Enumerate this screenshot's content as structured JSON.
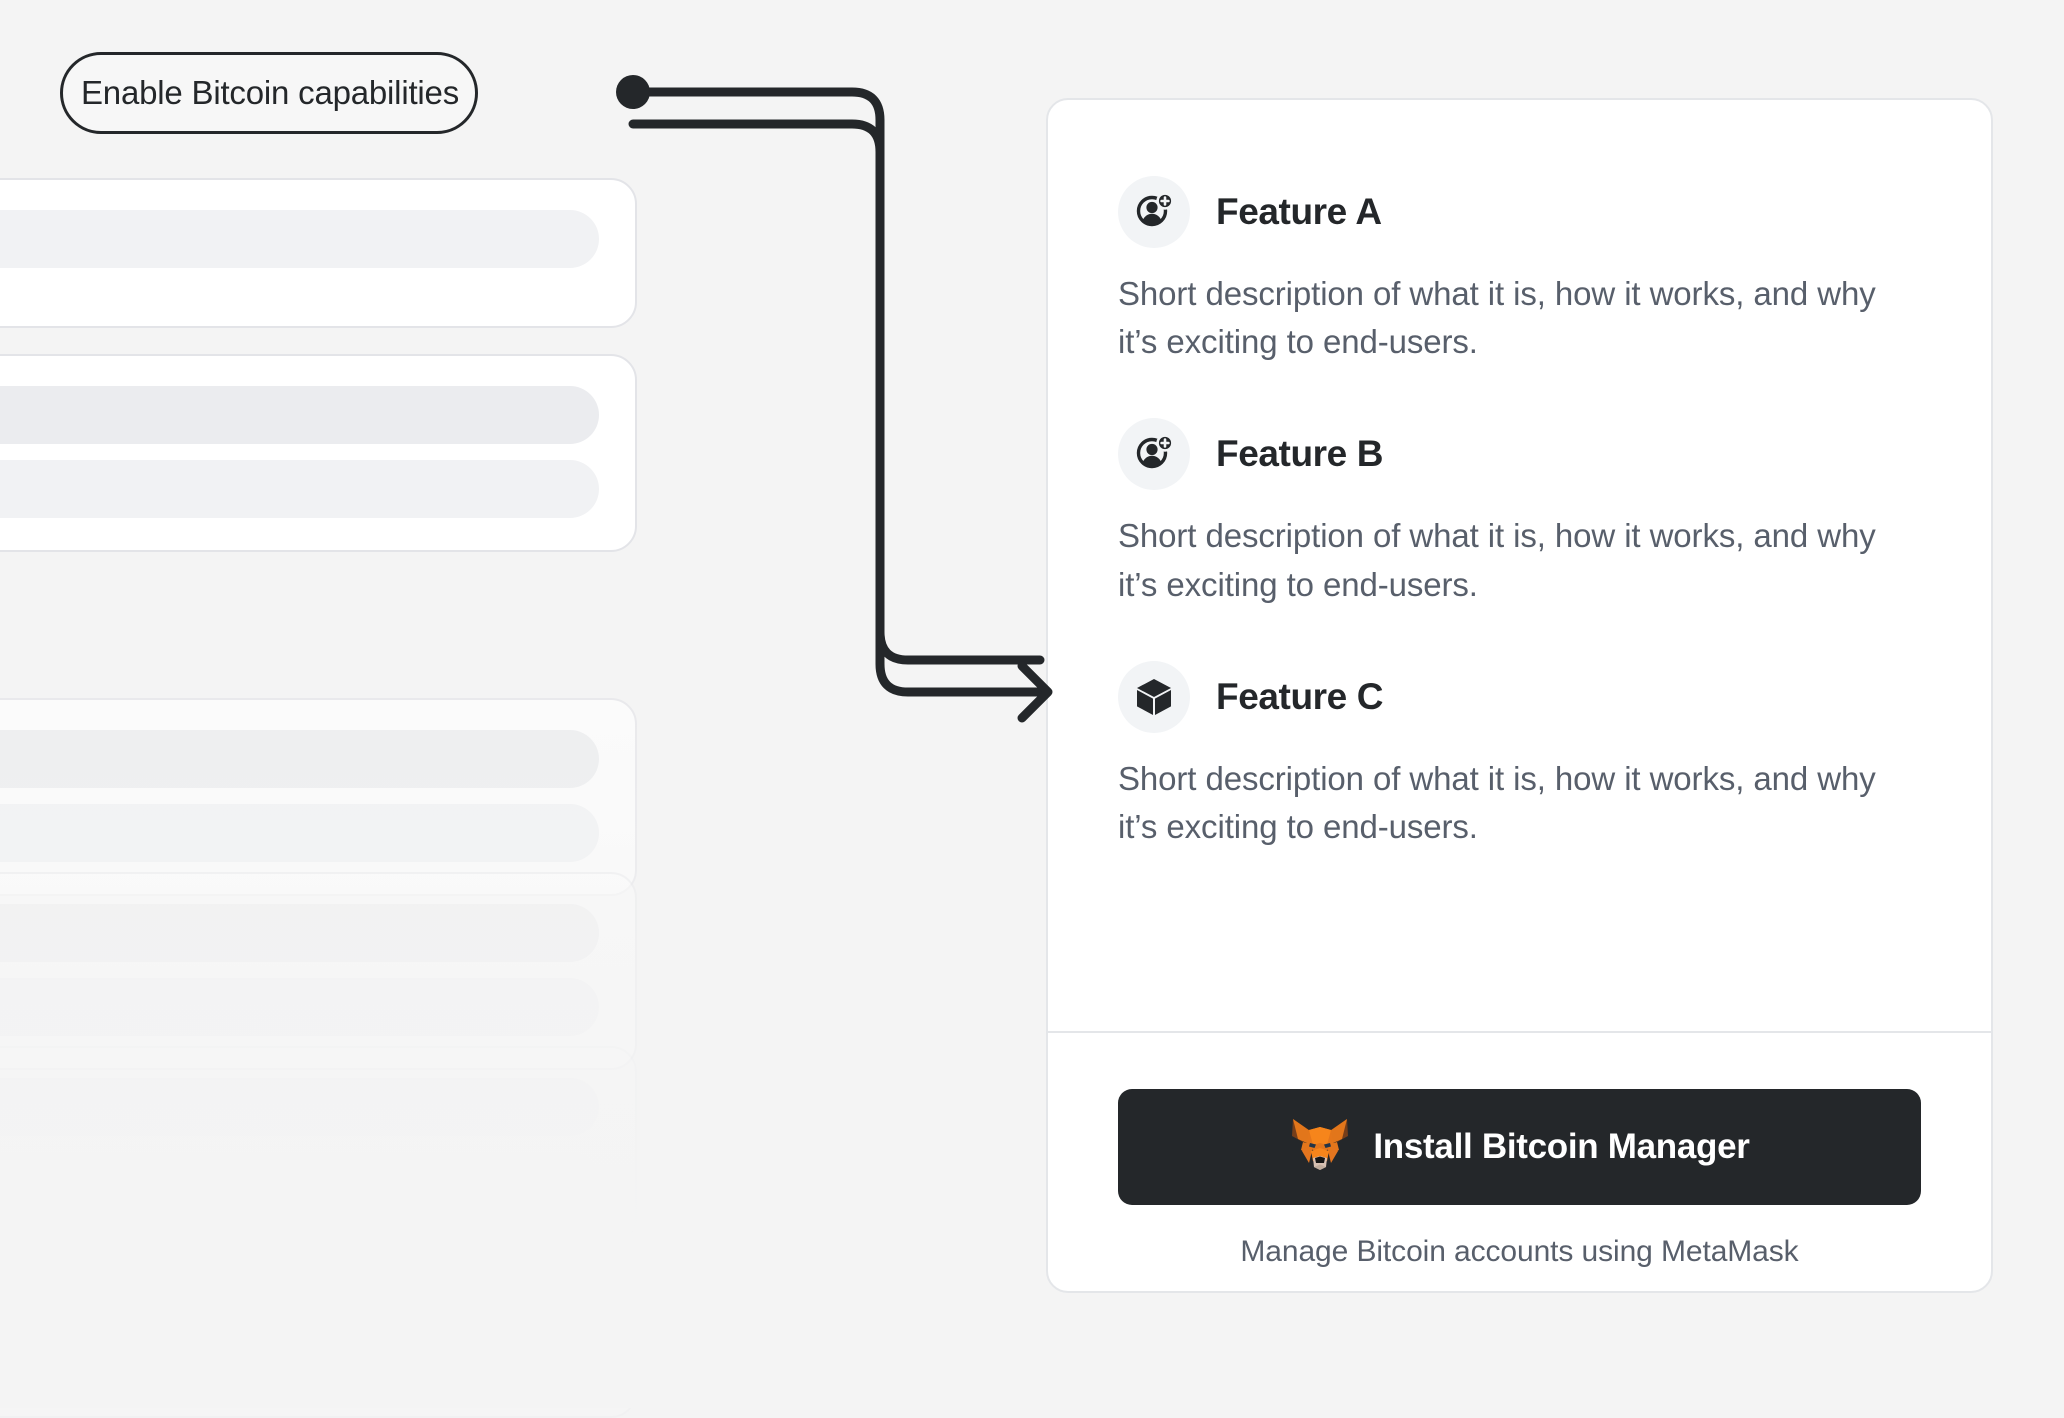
{
  "callout": {
    "label": "Enable Bitcoin capabilities",
    "connector_icon": "arrow-connector-icon"
  },
  "skeleton": {
    "placeholder_count": 6,
    "rows_per_card": 2
  },
  "card": {
    "features": [
      {
        "icon": "user-add-icon",
        "title": "Feature A",
        "description": "Short description of what it is, how it works, and why it’s exciting to end-users."
      },
      {
        "icon": "user-add-icon",
        "title": "Feature B",
        "description": "Short description of what it is, how it works, and why it’s exciting to end-users."
      },
      {
        "icon": "cube-icon",
        "title": "Feature C",
        "description": "Short description of what it is, how it works, and why it’s exciting to end-users."
      }
    ],
    "footer": {
      "install_label": "Install Bitcoin Manager",
      "install_icon": "metamask-fox-icon",
      "note": "Manage Bitcoin accounts using MetaMask"
    }
  },
  "colors": {
    "background": "#f4f4f4",
    "card_surface": "#ffffff",
    "card_border": "#e4e6e9",
    "text_primary": "#24272a",
    "text_secondary": "#585f6b",
    "button_background": "#24272a",
    "button_text": "#ffffff",
    "icon_circle": "#f2f4f6",
    "skeleton_bar": "#ebecef",
    "fox_orange": "#e88134",
    "fox_dark": "#763e1a"
  }
}
